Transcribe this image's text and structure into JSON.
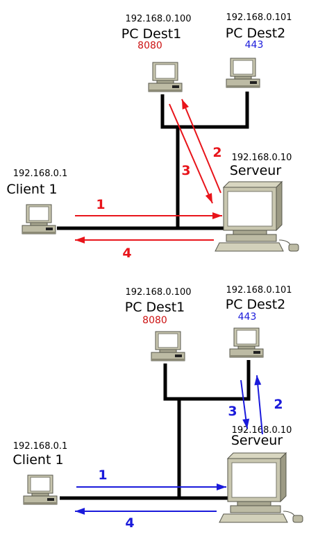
{
  "diagrams": [
    {
      "color": "#e8141a",
      "client": {
        "ip": "192.168.0.1",
        "name": "Client 1"
      },
      "server": {
        "ip": "192.168.0.10",
        "name": "Serveur"
      },
      "dest1": {
        "ip": "192.168.0.100",
        "name": "PC Dest1",
        "port": "8080",
        "port_color": "#cc1111"
      },
      "dest2": {
        "ip": "192.168.0.101",
        "name": "PC Dest2",
        "port": "443",
        "port_color": "#1a1adb"
      },
      "steps": [
        "1",
        "2",
        "3",
        "4"
      ]
    },
    {
      "color": "#1a1adb",
      "client": {
        "ip": "192.168.0.1",
        "name": "Client 1"
      },
      "server": {
        "ip": "192.168.0.10",
        "name": "Serveur"
      },
      "dest1": {
        "ip": "192.168.0.100",
        "name": "PC Dest1",
        "port": "8080",
        "port_color": "#cc1111"
      },
      "dest2": {
        "ip": "192.168.0.101",
        "name": "PC Dest2",
        "port": "443",
        "port_color": "#1a1adb"
      },
      "steps": [
        "1",
        "2",
        "3",
        "4"
      ]
    }
  ]
}
